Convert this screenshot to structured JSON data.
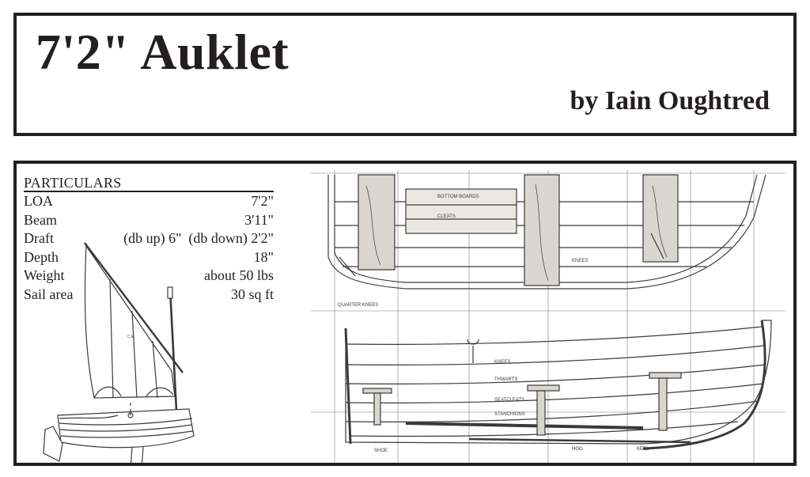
{
  "header": {
    "title": "7'2\" Auklet",
    "author": "by Iain Oughtred"
  },
  "particulars": {
    "heading": "PARTICULARS",
    "rows": [
      {
        "label": "LOA",
        "value": "7'2\""
      },
      {
        "label": "Beam",
        "value": "3'11\""
      },
      {
        "label": "Draft",
        "value": "(db up) 6\"  (db down) 2'2\""
      },
      {
        "label": "Depth",
        "value": "18\""
      },
      {
        "label": "Weight",
        "value": "about 50 lbs"
      },
      {
        "label": "Sail area",
        "value": "30 sq ft"
      }
    ]
  },
  "plan_labels": {
    "bottom_boards": "BOTTOM BOARDS",
    "cleats": "CLEATS",
    "knees": "KNEES",
    "quarter_knees": "QUARTER KNEES",
    "thwarts": "THWARTS",
    "seatcleats": "SEATCLEATS",
    "stanchions": "STANCHIONS",
    "shoe": "SHOE",
    "hog": "HOG",
    "keel": "KEEL"
  },
  "colors": {
    "ink": "#231f20",
    "line": "#3a3a3a",
    "grid": "#7a7a7a"
  }
}
